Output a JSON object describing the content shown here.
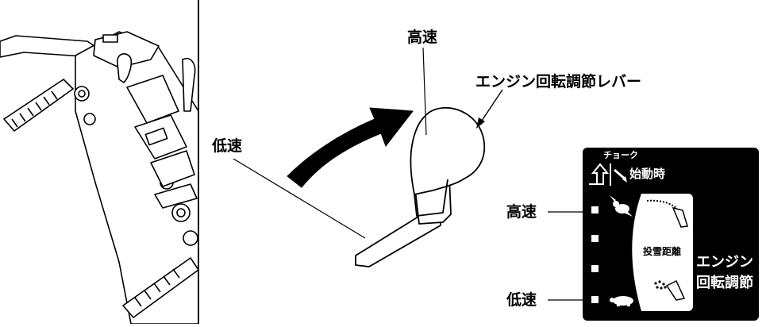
{
  "labels": {
    "high_speed": "高速",
    "lever_name": "エンジン回転調節レバー",
    "low_speed": "低速"
  },
  "panel": {
    "choke": "チョーク",
    "start_time": "始動時",
    "throw_distance": "投雪距離",
    "engine_line1": "エンジン",
    "engine_line2": "回転調節",
    "high": "高速",
    "low": "低速"
  }
}
